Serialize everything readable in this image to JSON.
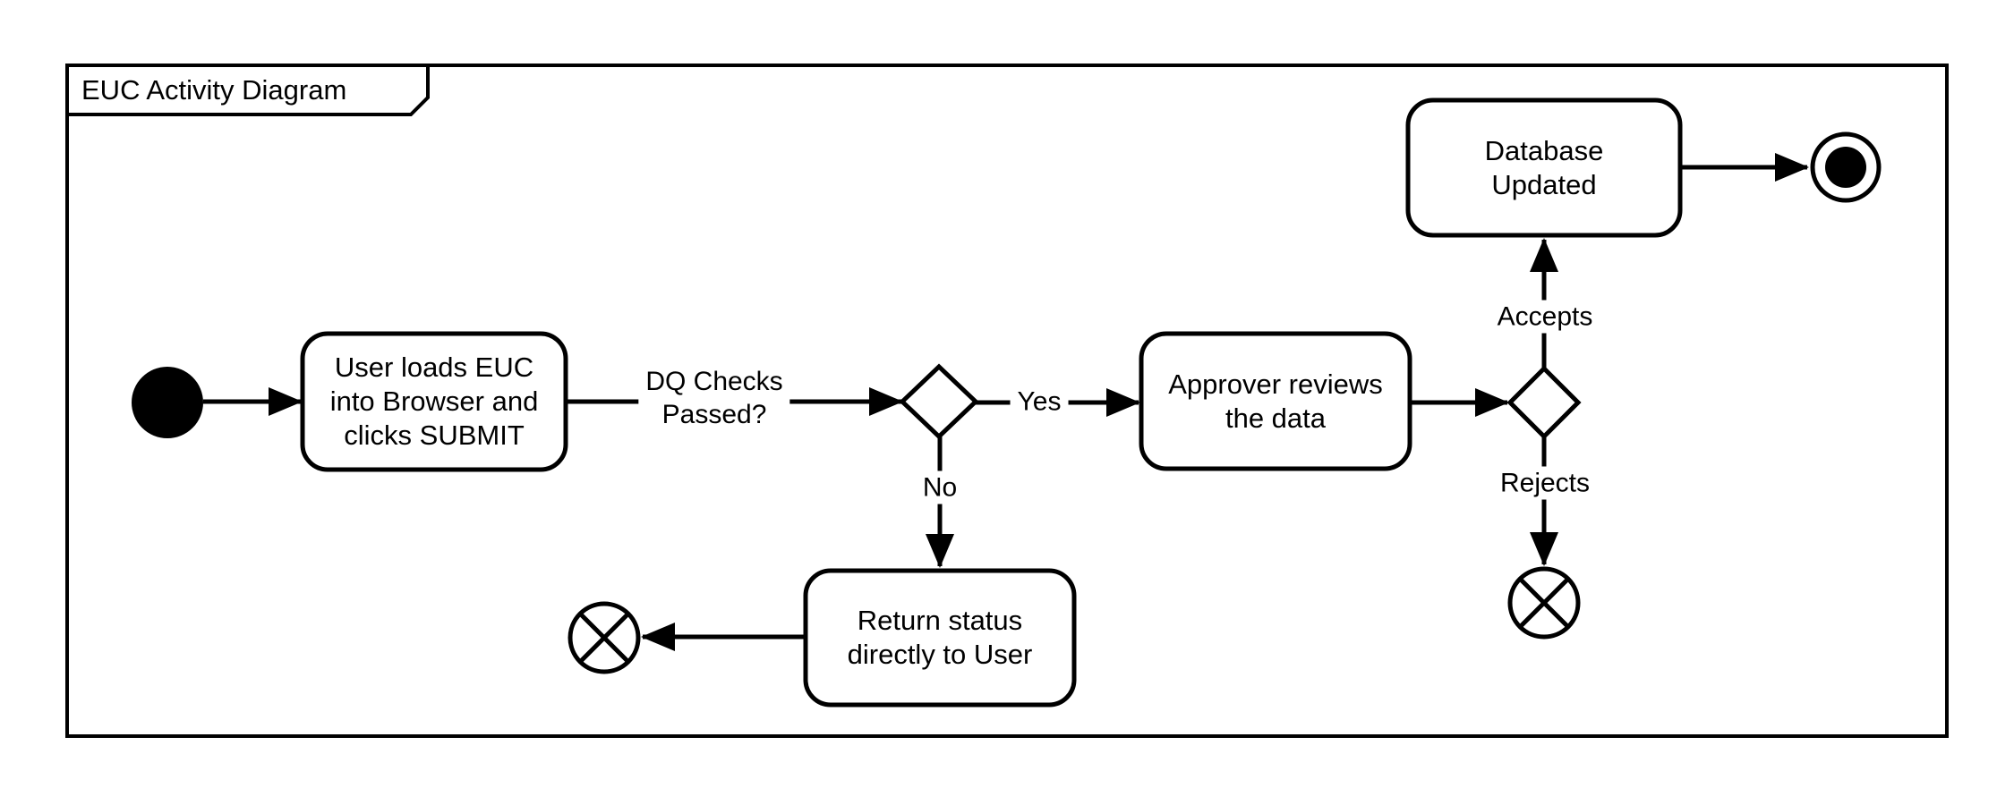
{
  "frame": {
    "title": "EUC Activity Diagram"
  },
  "nodes": {
    "start": {
      "type": "initial-node"
    },
    "load_euc": {
      "label": "User loads EUC\ninto Browser and\nclicks SUBMIT"
    },
    "dq_decision": {
      "type": "decision-node"
    },
    "approver_review": {
      "label": "Approver reviews\nthe data"
    },
    "review_decision": {
      "type": "decision-node"
    },
    "database_updated": {
      "label": "Database\nUpdated"
    },
    "activity_final": {
      "type": "activity-final-node"
    },
    "return_status": {
      "label": "Return status\ndirectly to User"
    },
    "flow_final_no": {
      "type": "flow-final-node"
    },
    "flow_final_rejects": {
      "type": "flow-final-node"
    }
  },
  "edge_labels": {
    "dq_question": "DQ Checks\nPassed?",
    "yes": "Yes",
    "no": "No",
    "accepts": "Accepts",
    "rejects": "Rejects"
  },
  "colors": {
    "stroke": "#000000",
    "fill": "#ffffff"
  }
}
